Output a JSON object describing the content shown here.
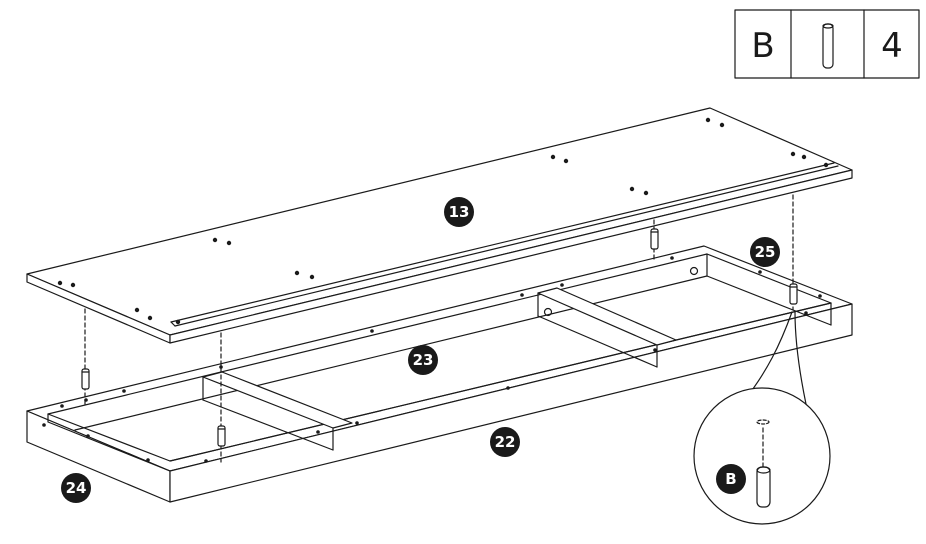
{
  "legend": {
    "part_letter": "B",
    "quantity": "4",
    "part_icon": "dowel-icon"
  },
  "parts": {
    "top_panel": "13",
    "front_rail": "22",
    "back_rail": "23",
    "left_end": "24",
    "right_end": "25"
  },
  "detail": {
    "label": "B",
    "icon": "dowel-icon"
  }
}
